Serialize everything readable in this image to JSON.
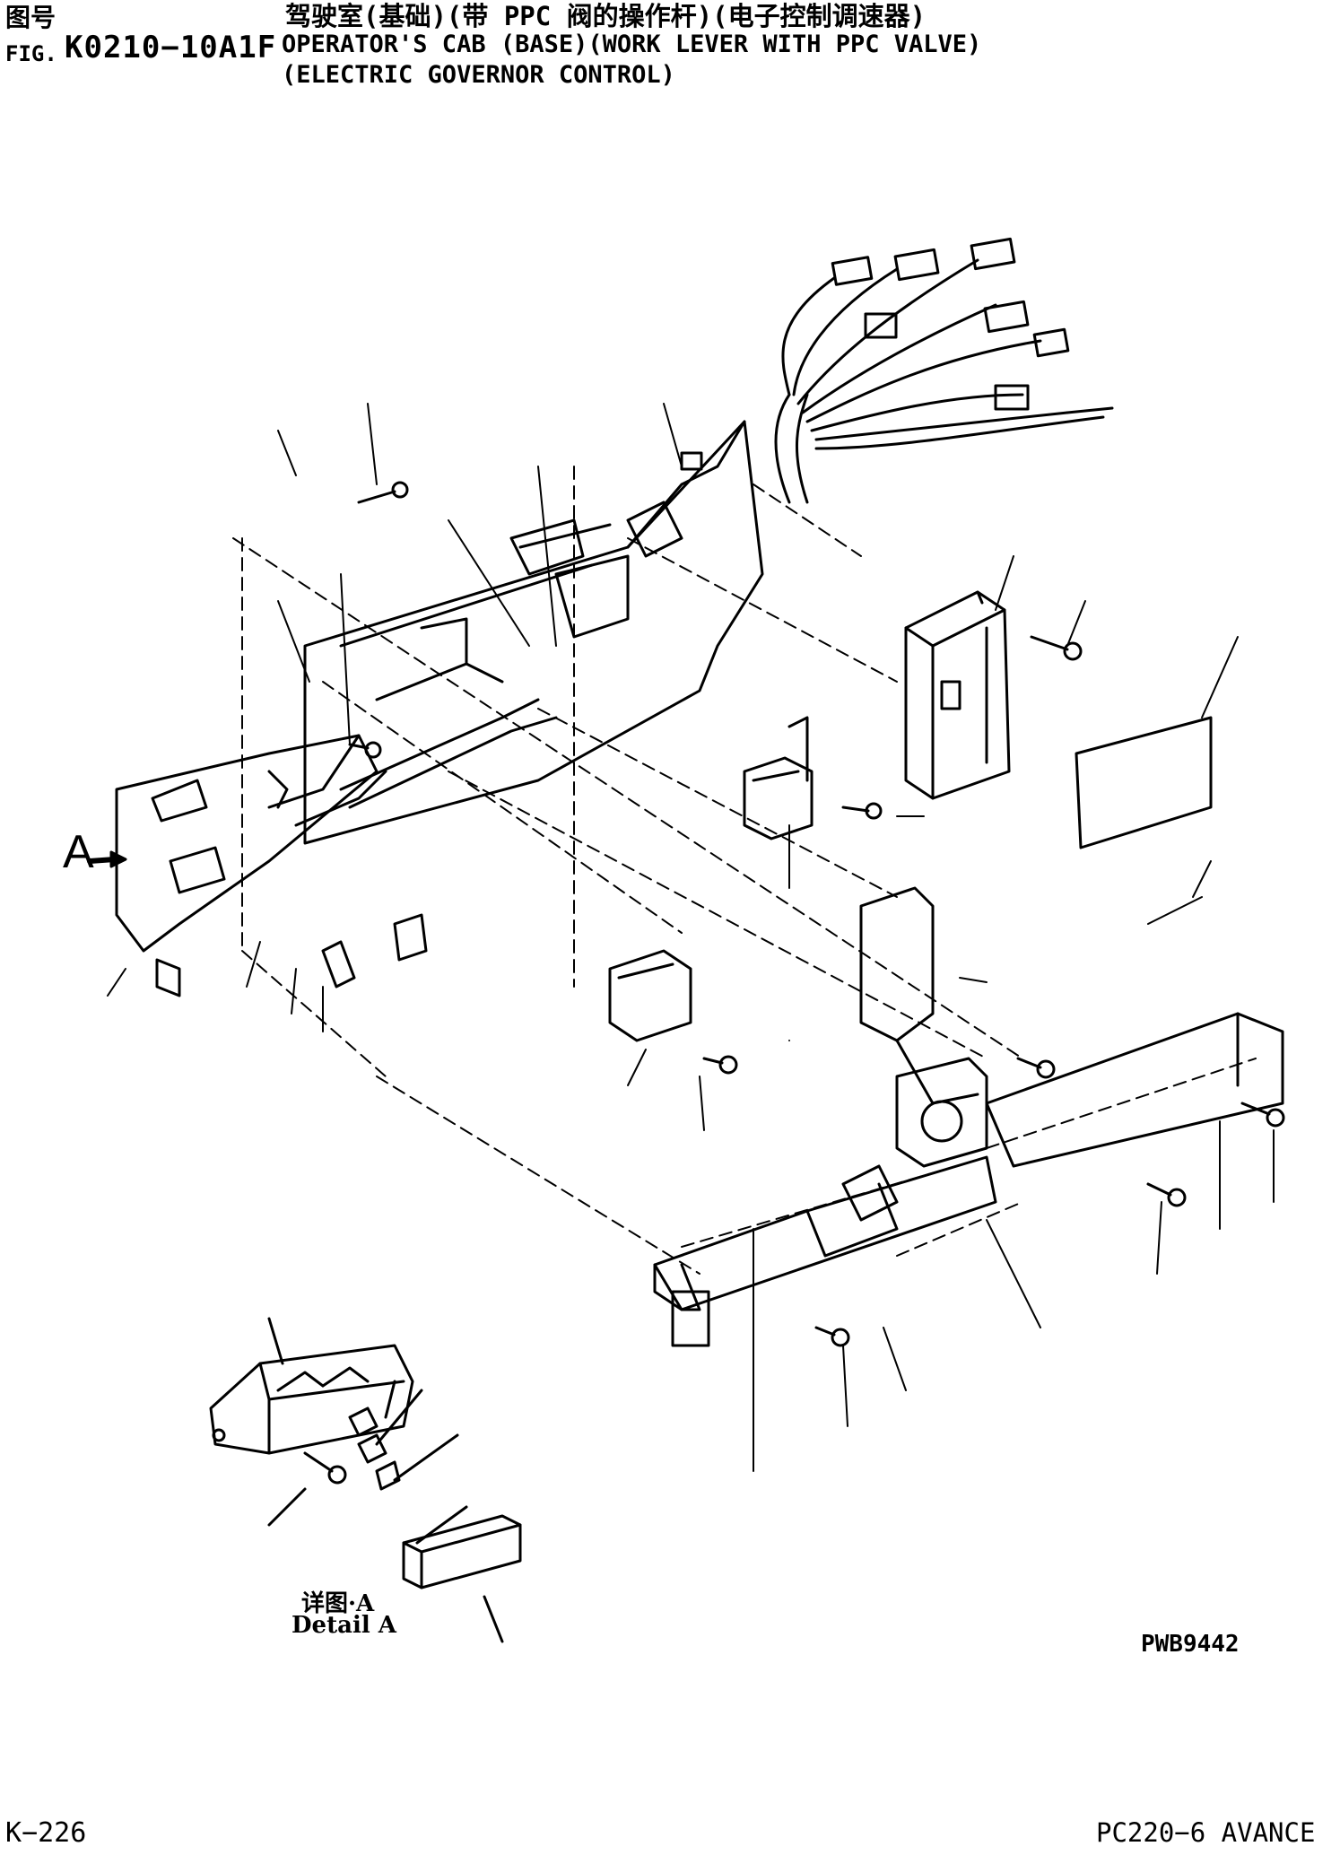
{
  "header": {
    "fig_label_cn": "图号",
    "fig_label_en": "FIG.",
    "fig_number": "K0210−10A1F",
    "title_cn": "驾驶室(基础)(带 PPC 阀的操作杆)(电子控制调速器)",
    "title_en_line1": "OPERATOR'S CAB (BASE)(WORK LEVER WITH PPC VALVE)",
    "title_en_line2": "(ELECTRIC GOVERNOR CONTROL)"
  },
  "diagram": {
    "view_callout": "A",
    "detail_label_cn": "详图·A",
    "detail_label_en": "Detail A",
    "drawing_number": "PWB9442"
  },
  "footer": {
    "page_number": "K−226",
    "model": "PC220−6 AVANCE"
  }
}
